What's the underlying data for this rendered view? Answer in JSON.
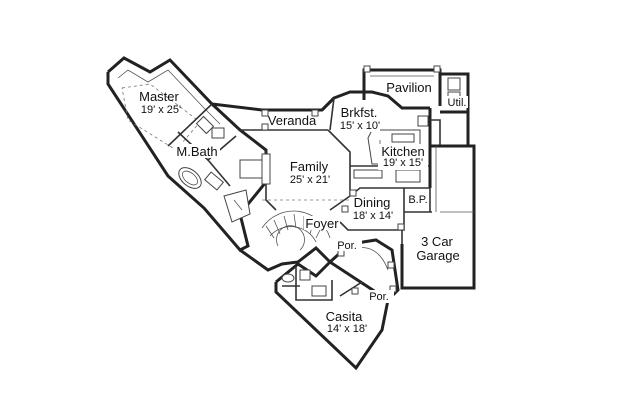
{
  "rooms": {
    "master": {
      "name": "Master",
      "size": "19' x 25'"
    },
    "mbath": {
      "name": "M.Bath",
      "size": ""
    },
    "veranda": {
      "name": "Veranda",
      "size": ""
    },
    "brkfst": {
      "name": "Brkfst.",
      "size": "15' x 10'"
    },
    "pavilion": {
      "name": "Pavilion",
      "size": ""
    },
    "util": {
      "name": "Util.",
      "size": ""
    },
    "kitchen": {
      "name": "Kitchen",
      "size": "19' x 15'"
    },
    "family": {
      "name": "Family",
      "size": "25' x 21'"
    },
    "bp": {
      "name": "B.P.",
      "size": ""
    },
    "dining": {
      "name": "Dining",
      "size": "18' x 14'"
    },
    "foyer": {
      "name": "Foyer",
      "size": ""
    },
    "por1": {
      "name": "Por.",
      "size": ""
    },
    "garage": {
      "name": "3 Car",
      "name2": "Garage"
    },
    "por2": {
      "name": "Por.",
      "size": ""
    },
    "casita": {
      "name": "Casita",
      "size": "14' x 18'"
    }
  }
}
